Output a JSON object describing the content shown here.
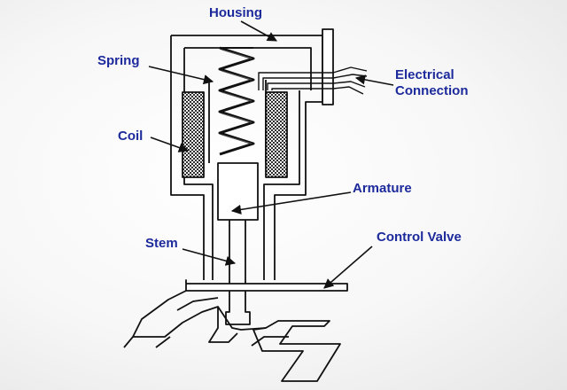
{
  "diagram": {
    "labels": {
      "housing": "Housing",
      "spring": "Spring",
      "electrical_line1": "Electrical",
      "electrical_line2": "Connection",
      "coil": "Coil",
      "armature": "Armature",
      "stem": "Stem",
      "control_valve": "Control Valve"
    },
    "colors": {
      "label_text": "#1c2a9c",
      "outline": "#111111",
      "coil_hatch": "#3a3a3a",
      "background": "#f3f3f3"
    }
  }
}
